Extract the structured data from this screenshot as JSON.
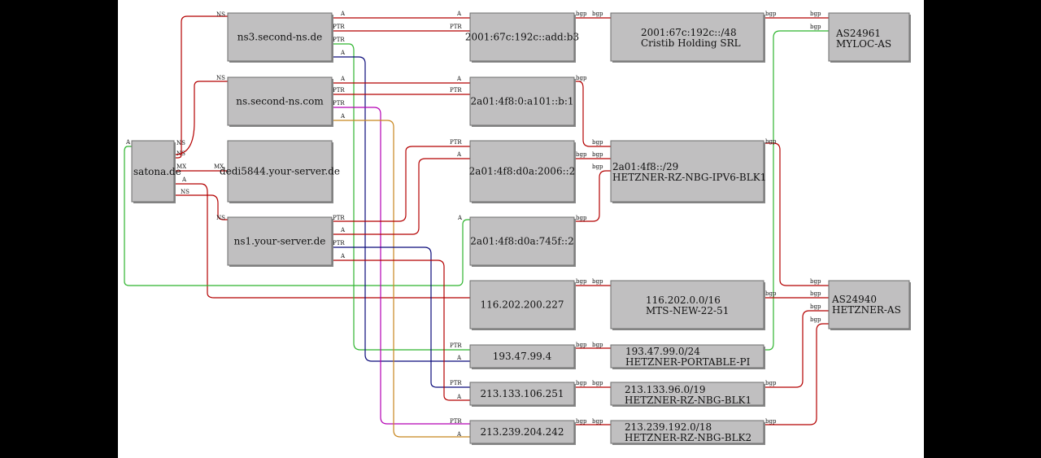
{
  "colors": {
    "black": "#222222",
    "red": "#b40000",
    "green": "#2fb52f",
    "navy": "#0a0a7a",
    "magenta": "#b400b4",
    "orange": "#c8861e",
    "node_fill": "#c0bfc0",
    "background": "#ffffff"
  },
  "nodes": [
    {
      "id": "satona",
      "lines": [
        "satona.de"
      ]
    },
    {
      "id": "ns3",
      "lines": [
        "ns3.second-ns.de"
      ]
    },
    {
      "id": "ns",
      "lines": [
        "ns.second-ns.com"
      ]
    },
    {
      "id": "dedi",
      "lines": [
        "dedi5844.your-server.de"
      ]
    },
    {
      "id": "ns1",
      "lines": [
        "ns1.your-server.de"
      ]
    },
    {
      "id": "ip6a",
      "lines": [
        "2001:67c:192c::add:b3"
      ]
    },
    {
      "id": "ip6b",
      "lines": [
        "2a01:4f8:0:a101::b:1"
      ]
    },
    {
      "id": "ip6c",
      "lines": [
        "2a01:4f8:d0a:2006::2"
      ]
    },
    {
      "id": "ip6d",
      "lines": [
        "2a01:4f8:d0a:745f::2"
      ]
    },
    {
      "id": "ip4a",
      "lines": [
        "116.202.200.227"
      ]
    },
    {
      "id": "ip4b",
      "lines": [
        "193.47.99.4"
      ]
    },
    {
      "id": "ip4c",
      "lines": [
        "213.133.106.251"
      ]
    },
    {
      "id": "ip4d",
      "lines": [
        "213.239.204.242"
      ]
    },
    {
      "id": "pfx1",
      "lines": [
        "2001:67c:192c::/48",
        "Cristib Holding SRL"
      ]
    },
    {
      "id": "pfx2",
      "lines": [
        "2a01:4f8::/29",
        "HETZNER-RZ-NBG-IPV6-BLK1"
      ]
    },
    {
      "id": "pfx3",
      "lines": [
        "116.202.0.0/16",
        "MTS-NEW-22-51"
      ]
    },
    {
      "id": "pfx4",
      "lines": [
        "193.47.99.0/24",
        "HETZNER-PORTABLE-PI"
      ]
    },
    {
      "id": "pfx5",
      "lines": [
        "213.133.96.0/19",
        "HETZNER-RZ-NBG-BLK1"
      ]
    },
    {
      "id": "pfx6",
      "lines": [
        "213.239.192.0/18",
        "HETZNER-RZ-NBG-BLK2"
      ]
    },
    {
      "id": "as1",
      "lines": [
        "AS24961",
        "MYLOC-AS"
      ]
    },
    {
      "id": "as2",
      "lines": [
        "AS24940",
        "HETZNER-AS"
      ]
    }
  ],
  "edges": [
    {
      "from": "satona",
      "to": "ns3",
      "color": "red",
      "label_src": "NS",
      "label_dst": "NS"
    },
    {
      "from": "satona",
      "to": "ns",
      "color": "red",
      "label_src": "NS",
      "label_dst": "NS"
    },
    {
      "from": "satona",
      "to": "dedi",
      "color": "red",
      "label_src": "MX",
      "label_dst": "MX"
    },
    {
      "from": "satona",
      "to": "ns1",
      "color": "red",
      "label_src": "NS",
      "label_dst": "NS"
    },
    {
      "from": "satona",
      "to": "ip4a",
      "color": "red",
      "label_src": "A",
      "label_dst": ""
    },
    {
      "from": "satona",
      "to": "ip6d",
      "color": "green",
      "label_src": "A",
      "label_dst": "A"
    },
    {
      "from": "ns3",
      "to": "ip6a",
      "color": "red",
      "label_src": "A",
      "label_dst": "A"
    },
    {
      "from": "ns3",
      "to": "ip6a",
      "color": "red",
      "label_src": "PTR",
      "label_dst": "PTR"
    },
    {
      "from": "ns3",
      "to": "ip4b",
      "color": "green",
      "label_src": "PTR",
      "label_dst": "PTR"
    },
    {
      "from": "ns3",
      "to": "ip4b",
      "color": "navy",
      "label_src": "A",
      "label_dst": "A"
    },
    {
      "from": "ns",
      "to": "ip6b",
      "color": "red",
      "label_src": "A",
      "label_dst": "A"
    },
    {
      "from": "ns",
      "to": "ip6b",
      "color": "red",
      "label_src": "PTR",
      "label_dst": "PTR"
    },
    {
      "from": "ns",
      "to": "ip4d",
      "color": "magenta",
      "label_src": "PTR",
      "label_dst": "PTR"
    },
    {
      "from": "ns",
      "to": "ip4d",
      "color": "orange",
      "label_src": "A",
      "label_dst": "A"
    },
    {
      "from": "ns1",
      "to": "ip6c",
      "color": "red",
      "label_src": "PTR",
      "label_dst": "PTR"
    },
    {
      "from": "ns1",
      "to": "ip6c",
      "color": "red",
      "label_src": "A",
      "label_dst": "A"
    },
    {
      "from": "ns1",
      "to": "ip4c",
      "color": "navy",
      "label_src": "PTR",
      "label_dst": "PTR"
    },
    {
      "from": "ns1",
      "to": "ip4c",
      "color": "red",
      "label_src": "A",
      "label_dst": "A"
    },
    {
      "from": "ip6a",
      "to": "pfx1",
      "color": "red",
      "label_src": "bgp",
      "label_dst": "bgp"
    },
    {
      "from": "ip6b",
      "to": "pfx2",
      "color": "red",
      "label_src": "bgp",
      "label_dst": "bgp"
    },
    {
      "from": "ip6c",
      "to": "pfx2",
      "color": "red",
      "label_src": "bgp",
      "label_dst": "bgp"
    },
    {
      "from": "ip6d",
      "to": "pfx2",
      "color": "red",
      "label_src": "bgp",
      "label_dst": "bgp"
    },
    {
      "from": "ip4a",
      "to": "pfx3",
      "color": "red",
      "label_src": "bgp",
      "label_dst": "bgp"
    },
    {
      "from": "ip4b",
      "to": "pfx4",
      "color": "red",
      "label_src": "bgp",
      "label_dst": "bgp"
    },
    {
      "from": "ip4c",
      "to": "pfx5",
      "color": "red",
      "label_src": "bgp",
      "label_dst": "bgp"
    },
    {
      "from": "ip4d",
      "to": "pfx6",
      "color": "red",
      "label_src": "bgp",
      "label_dst": "bgp"
    },
    {
      "from": "pfx1",
      "to": "as1",
      "color": "red",
      "label_src": "bgp",
      "label_dst": "bgp"
    },
    {
      "from": "pfx4",
      "to": "as1",
      "color": "green",
      "label_src": "",
      "label_dst": "bgp"
    },
    {
      "from": "pfx2",
      "to": "as2",
      "color": "red",
      "label_src": "bgp",
      "label_dst": "bgp"
    },
    {
      "from": "pfx3",
      "to": "as2",
      "color": "red",
      "label_src": "bgp",
      "label_dst": "bgp"
    },
    {
      "from": "pfx5",
      "to": "as2",
      "color": "red",
      "label_src": "bgp",
      "label_dst": "bgp"
    },
    {
      "from": "pfx6",
      "to": "as2",
      "color": "red",
      "label_src": "bgp",
      "label_dst": "bgp"
    }
  ]
}
